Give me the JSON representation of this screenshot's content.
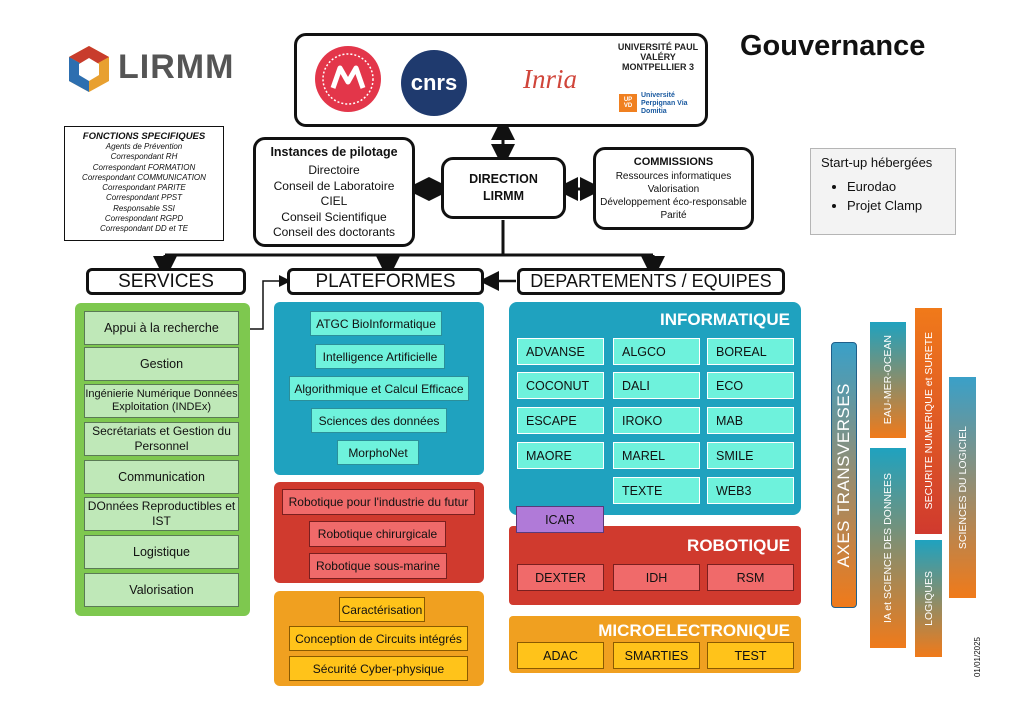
{
  "logo": {
    "name": "LIRMM"
  },
  "title": "Gouvernance",
  "partners": [
    "cnrs",
    "Inria",
    "UNIVERSITÉ PAUL VALÉRY MONTPELLIER 3",
    "Université Perpignan Via Domitia",
    "UP VD"
  ],
  "fonctions": {
    "title": "FONCTIONS SPECIFIQUES",
    "items": [
      "Agents de Prévention",
      "Correspondant RH",
      "Correspondant FORMATION",
      "Correspondant COMMUNICATION",
      "Correspondant PARITE",
      "Correspondant PPST",
      "Responsable SSI",
      "Correspondant RGPD",
      "Correspondant DD et TE"
    ]
  },
  "instances": {
    "title": "Instances de pilotage",
    "items": [
      "Directoire",
      "Conseil de Laboratoire",
      "CIEL",
      "Conseil Scientifique",
      "Conseil des doctorants"
    ]
  },
  "direction": {
    "line1": "DIRECTION",
    "line2": "LIRMM"
  },
  "commissions": {
    "title": "COMMISSIONS",
    "items": [
      "Ressources informatiques",
      "Valorisation",
      "Développement éco-responsable",
      "Parité"
    ]
  },
  "startups": {
    "title": "Start-up hébergées",
    "items": [
      "Eurodao",
      "Projet Clamp"
    ]
  },
  "sections": {
    "services": "SERVICES",
    "plateformes": "PLATEFORMES",
    "departements": "DEPARTEMENTS / EQUIPES"
  },
  "services": [
    "Appui à la recherche",
    "Gestion",
    "Ingénierie Numérique Données Exploitation (INDEx)",
    "Secrétariats et Gestion du Personnel",
    "Communication",
    "DOnnées Reproductibles et IST",
    "Logistique",
    "Valorisation"
  ],
  "plateformes": {
    "blue": [
      "ATGC BioInformatique",
      "Intelligence Artificielle",
      "Algorithmique et Calcul Efficace",
      "Sciences des données",
      "MorphoNet"
    ],
    "red": [
      "Robotique pour l'industrie du futur",
      "Robotique chirurgicale",
      "Robotique sous-marine"
    ],
    "orange": [
      "Caractérisation",
      "Conception de Circuits intégrés",
      "Sécurité Cyber-physique"
    ]
  },
  "informatique": {
    "title": "INFORMATIQUE",
    "teams": [
      "ADVANSE",
      "ALGCO",
      "BOREAL",
      "COCONUT",
      "DALI",
      "ECO",
      "ESCAPE",
      "IROKO",
      "MAB",
      "MAORE",
      "MAREL",
      "SMILE",
      "TEXTE",
      "WEB3"
    ]
  },
  "icar": "ICAR",
  "robotique": {
    "title": "ROBOTIQUE",
    "teams": [
      "DEXTER",
      "IDH",
      "RSM"
    ]
  },
  "microelectronique": {
    "title": "MICROELECTRONIQUE",
    "teams": [
      "ADAC",
      "SMARTIES",
      "TEST"
    ]
  },
  "axes": {
    "title": "AXES TRANSVERSES",
    "items": [
      "EAU-MER-OCEAN",
      "IA et SCIENCE DES DONNEES",
      "SECURITE NUMERIQUE et SURETE",
      "LOGIQUES",
      "SCIENCES DU LOGICIEL"
    ]
  },
  "date": "01/01/2025",
  "colors": {
    "green": "#7ec84f",
    "teal": "#1fa2bf",
    "red": "#d03a2e",
    "orange": "#f0a020",
    "cyan": "#6ef2dc",
    "purple": "#b07ad8",
    "axis_blue": "#3aa0c8",
    "axis_orange": "#f07a1a"
  }
}
